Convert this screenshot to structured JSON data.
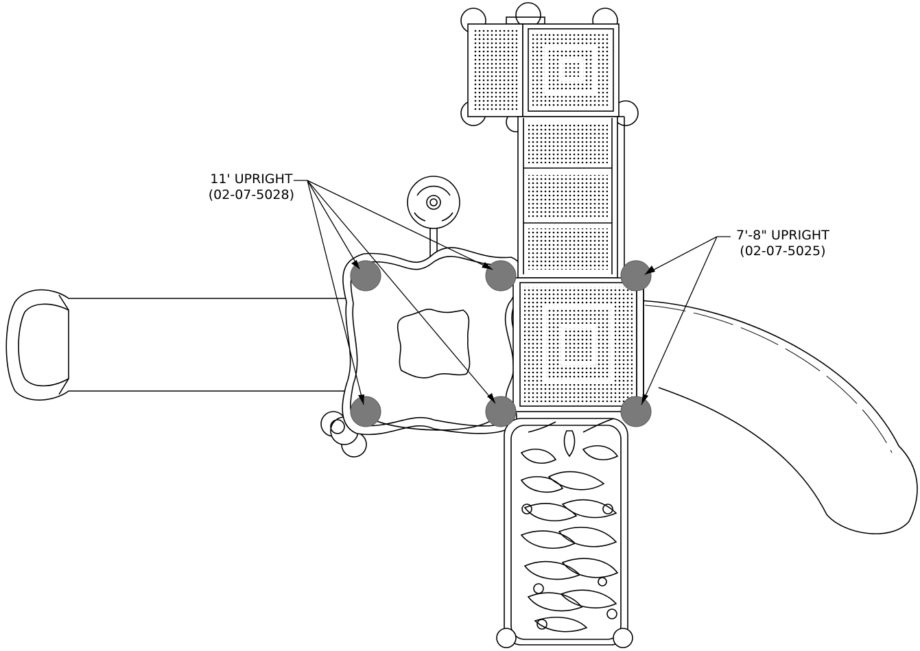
{
  "callouts": {
    "upright_11": {
      "name": "11' UPRIGHT",
      "part": "(02-07-5028)"
    },
    "upright_7_8": {
      "name": "7'-8\" UPRIGHT",
      "part": "(02-07-5025)"
    }
  },
  "colors": {
    "upright_post": "#7a7a7a",
    "line": "#000000",
    "background": "#ffffff"
  }
}
